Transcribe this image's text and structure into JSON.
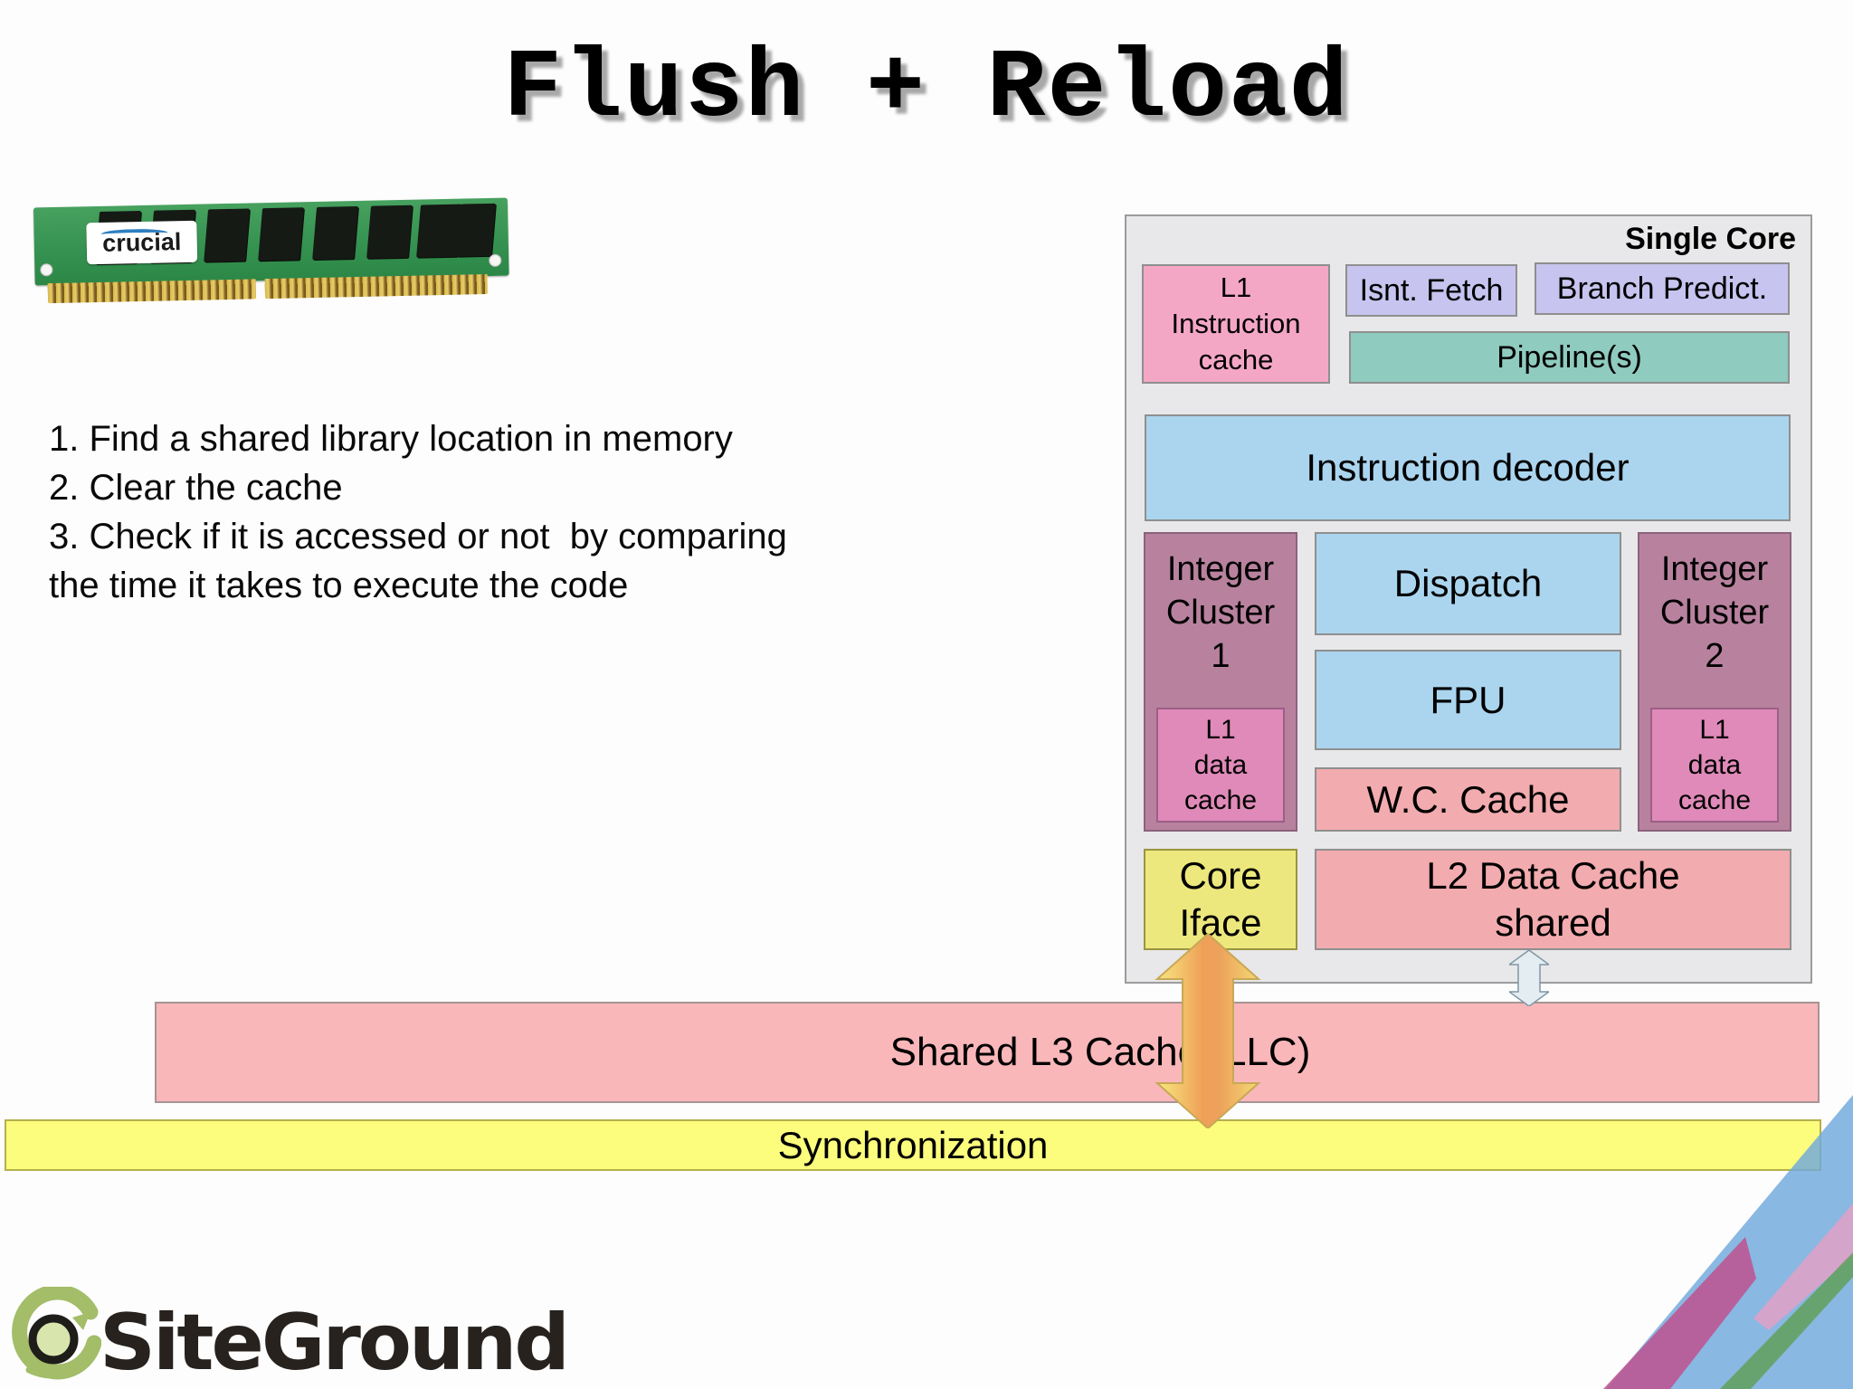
{
  "slide": {
    "title": "Flush + Reload"
  },
  "steps": {
    "text": "1. Find a shared library location in memory\n2. Clear the cache\n3. Check if it is accessed or not  by comparing\nthe time it takes to execute the code"
  },
  "ram": {
    "brand": "crucial"
  },
  "diagram": {
    "title": "Single Core",
    "l1_instruction_cache": "L1\nInstruction\ncache",
    "inst_fetch": "Isnt. Fetch",
    "branch_predict": "Branch Predict.",
    "pipelines": "Pipeline(s)",
    "instruction_decoder": "Instruction decoder",
    "integer_cluster_1": "Integer\nCluster\n1",
    "integer_cluster_2": "Integer\nCluster\n2",
    "l1_data_cache_1": "L1\ndata\ncache",
    "l1_data_cache_2": "L1\ndata\ncache",
    "dispatch": "Dispatch",
    "fpu": "FPU",
    "wc_cache": "W.C. Cache",
    "core_iface": "Core\nIface",
    "l2_data_cache": "L2 Data Cache\nshared"
  },
  "bars": {
    "l3": "Shared L3 Cache (LLC)",
    "sync": "Synchronization"
  },
  "logo": {
    "text": "SiteGround"
  },
  "colors": {
    "core_background": "#e8e7e9",
    "l1_instruction_pink": "#f4a7c5",
    "fetch_purple": "#c7c4ef",
    "pipeline_teal": "#8fcbbf",
    "decoder_blue": "#abd5ef",
    "cluster_mauve": "#b8829f",
    "l1_data_pink": "#df8ab8",
    "cache_salmon": "#f2abae",
    "iface_yellow": "#ece87d",
    "l3_bar_pink": "#f9b7ba",
    "sync_bar_yellow": "#fdfd7d",
    "arrow_orange": "#efa058",
    "arrow_yellow": "#f7e87f",
    "corner_blue": "#6fa8dc",
    "corner_magenta": "#c0518f",
    "corner_green": "#5f9e52",
    "logo_green": "#a3bd68"
  }
}
